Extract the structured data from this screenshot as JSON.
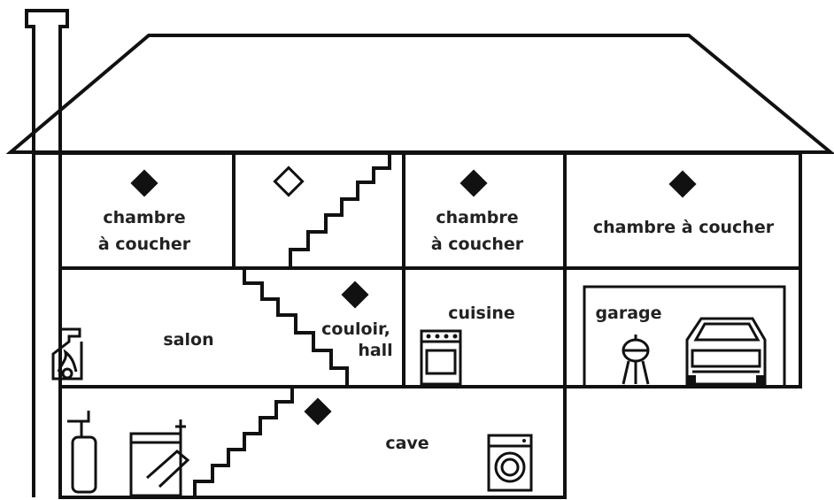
{
  "rooms": {
    "bedroom_1": [
      "chambre",
      "à coucher"
    ],
    "bedroom_2": [
      "chambre",
      "à coucher"
    ],
    "bedroom_3": "chambre à coucher",
    "living_room": "salon",
    "hallway": [
      "couloir,",
      "hall"
    ],
    "kitchen": "cuisine",
    "garage": "garage",
    "basement": "cave"
  },
  "detectors": [
    {
      "room": "bedroom_1",
      "style": "filled"
    },
    {
      "room": "stairwell_top",
      "style": "outline"
    },
    {
      "room": "bedroom_2",
      "style": "filled"
    },
    {
      "room": "bedroom_3",
      "style": "filled"
    },
    {
      "room": "hallway",
      "style": "filled"
    },
    {
      "room": "basement",
      "style": "filled"
    }
  ],
  "colors": {
    "line": "#111111",
    "background": "#ffffff",
    "text": "#222222"
  }
}
